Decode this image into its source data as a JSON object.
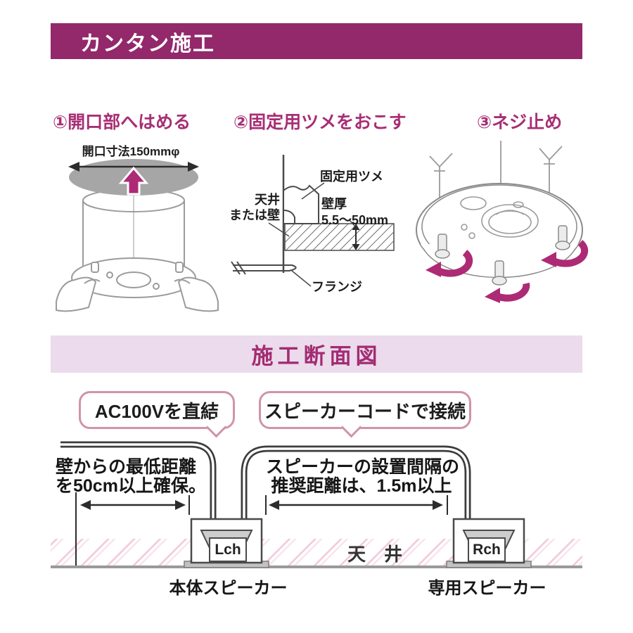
{
  "header": {
    "title": "カンタン施工"
  },
  "steps": [
    {
      "label": "①開口部へはめる"
    },
    {
      "label": "②固定用ツメをおこす"
    },
    {
      "label": "③ネジ止め"
    }
  ],
  "step1": {
    "dimension_label": "開口寸法150mmφ"
  },
  "step2": {
    "claw_label": "固定用ツメ",
    "surface_line1": "天井",
    "surface_line2": "または壁",
    "thickness_line1": "壁厚",
    "thickness_line2": "5.5〜50mm",
    "flange_label": "フランジ"
  },
  "banner": {
    "title": "施工断面図"
  },
  "cross_section": {
    "bubble_ac": "AC100Vを直結",
    "bubble_speaker": "スピーカーコードで接続",
    "wall_distance_line1": "壁からの最低距離",
    "wall_distance_line2": "を50cm以上確保。",
    "spacing_line1": "スピーカーの設置間隔の",
    "spacing_line2": "推奨距離は、1.5m以上",
    "ceiling_label": "天　井",
    "left_channel": "Lch",
    "right_channel": "Rch",
    "left_speaker_name": "本体スピーカー",
    "right_speaker_name": "専用スピーカー"
  },
  "colors": {
    "header_bg": "#93286B",
    "accent_text": "#A82E74",
    "banner_bg": "#EBDBEC",
    "banner_text": "#A32C72",
    "bubble_border": "#D094A6",
    "arrow_magenta": "#AD2A75",
    "hatch_pink": "#F2C9DB"
  }
}
